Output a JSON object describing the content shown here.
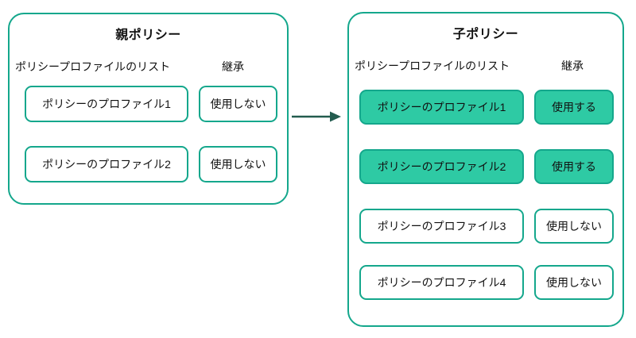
{
  "colors": {
    "accent": "#14a78c",
    "fill": "#2ecaa4",
    "arrow": "#235c4f",
    "text": "#111111",
    "background": "#ffffff"
  },
  "parent_policy": {
    "title": "親ポリシー",
    "list_label": "ポリシープロファイルのリスト",
    "inherit_label": "継承",
    "rows": [
      {
        "profile": "ポリシーのプロファイル1",
        "inheritance": "使用しない",
        "highlighted": false
      },
      {
        "profile": "ポリシーのプロファイル2",
        "inheritance": "使用しない",
        "highlighted": false
      }
    ]
  },
  "child_policy": {
    "title": "子ポリシー",
    "list_label": "ポリシープロファイルのリスト",
    "inherit_label": "継承",
    "rows": [
      {
        "profile": "ポリシーのプロファイル1",
        "inheritance": "使用する",
        "highlighted": true
      },
      {
        "profile": "ポリシーのプロファイル2",
        "inheritance": "使用する",
        "highlighted": true
      },
      {
        "profile": "ポリシーのプロファイル3",
        "inheritance": "使用しない",
        "highlighted": false
      },
      {
        "profile": "ポリシーのプロファイル4",
        "inheritance": "使用しない",
        "highlighted": false
      }
    ]
  },
  "arrow": {
    "direction": "right"
  }
}
